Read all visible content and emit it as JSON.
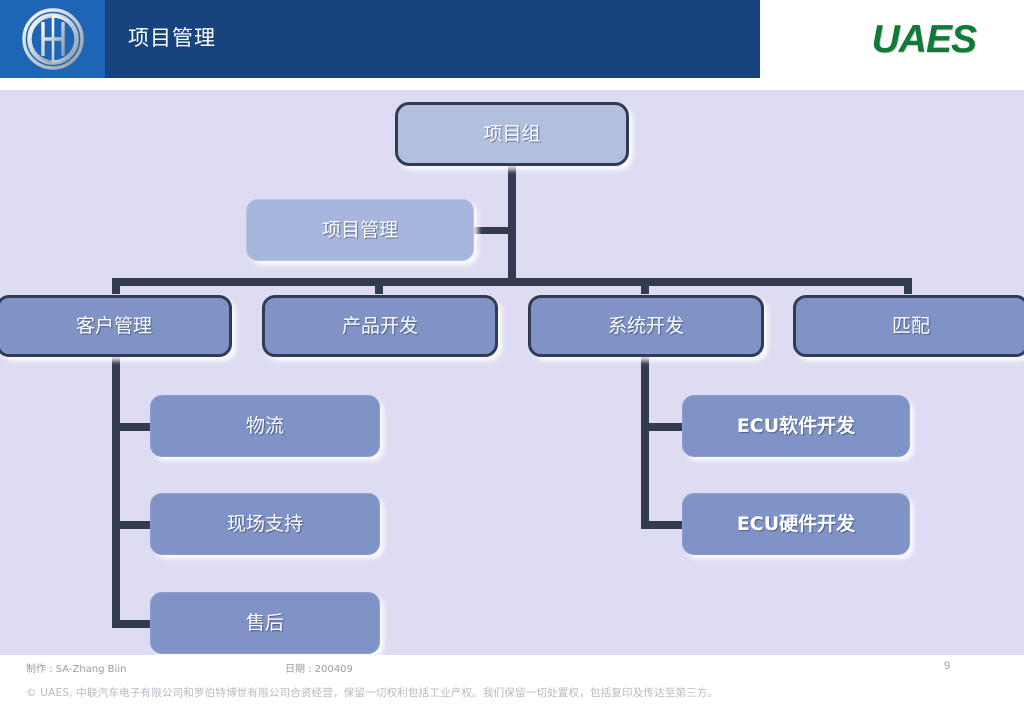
{
  "header": {
    "title": "项目管理",
    "brand_logo": "bosch-logo",
    "company_logo_text": "UAES",
    "company_logo_color": "#107a36",
    "bar_color": "#17447e",
    "logo_tile_color": "#1f65b5"
  },
  "panel": {
    "background_color": "#dedcf3",
    "connector_color": "#333b52"
  },
  "chart_data": {
    "type": "diagram",
    "diagram_kind": "org-chart",
    "title": "项目管理",
    "nodes": [
      {
        "id": "root",
        "label": "项目组",
        "level": 0,
        "style": "top"
      },
      {
        "id": "pm",
        "label": "项目管理",
        "level": 1,
        "style": "soft"
      },
      {
        "id": "customer",
        "label": "客户管理",
        "level": 2,
        "style": "mid"
      },
      {
        "id": "product",
        "label": "产品开发",
        "level": 2,
        "style": "mid"
      },
      {
        "id": "system",
        "label": "系统开发",
        "level": 2,
        "style": "mid"
      },
      {
        "id": "matching",
        "label": "匹配",
        "level": 2,
        "style": "mid"
      },
      {
        "id": "logistics",
        "label": "物流",
        "level": 3,
        "style": "leaf",
        "parent": "customer"
      },
      {
        "id": "field",
        "label": "现场支持",
        "level": 3,
        "style": "leaf",
        "parent": "customer"
      },
      {
        "id": "aftersale",
        "label": "售后",
        "level": 3,
        "style": "leaf",
        "parent": "customer"
      },
      {
        "id": "ecu_sw",
        "label": "ECU软件开发",
        "level": 3,
        "style": "leaf",
        "parent": "system",
        "bold": true
      },
      {
        "id": "ecu_hw",
        "label": "ECU硬件开发",
        "level": 3,
        "style": "leaf",
        "parent": "system",
        "bold": true
      }
    ],
    "edges": [
      {
        "from": "root",
        "to": "pm"
      },
      {
        "from": "root",
        "to": "customer"
      },
      {
        "from": "root",
        "to": "product"
      },
      {
        "from": "root",
        "to": "system"
      },
      {
        "from": "root",
        "to": "matching"
      },
      {
        "from": "customer",
        "to": "logistics"
      },
      {
        "from": "customer",
        "to": "field"
      },
      {
        "from": "customer",
        "to": "aftersale"
      },
      {
        "from": "system",
        "to": "ecu_sw"
      },
      {
        "from": "system",
        "to": "ecu_hw"
      }
    ],
    "palette": {
      "top_fill": "#b2c0e0",
      "soft_fill": "#a6b6dd",
      "mid_fill": "#7f93c6",
      "leaf_fill": "#7f93c6",
      "border": "#333b52",
      "text": "#ffffff"
    }
  },
  "nodes": {
    "root": "项目组",
    "pm": "项目管理",
    "customer": "客户管理",
    "product": "产品开发",
    "system": "系统开发",
    "matching": "匹配",
    "logistics": "物流",
    "field": "现场支持",
    "aftersale": "售后",
    "ecu_sw": "ECU软件开发",
    "ecu_hw": "ECU硬件开发"
  },
  "footer": {
    "author": "制作 : SA-Zhang Biin",
    "date": "日期 : 200409",
    "page": "9",
    "copyright": "© UAES, 中联汽车电子有限公司和罗伯特博世有限公司合资经营，保留一切权利包括工业产权。我们保留一切处置权，包括复印及传达至第三方。"
  }
}
